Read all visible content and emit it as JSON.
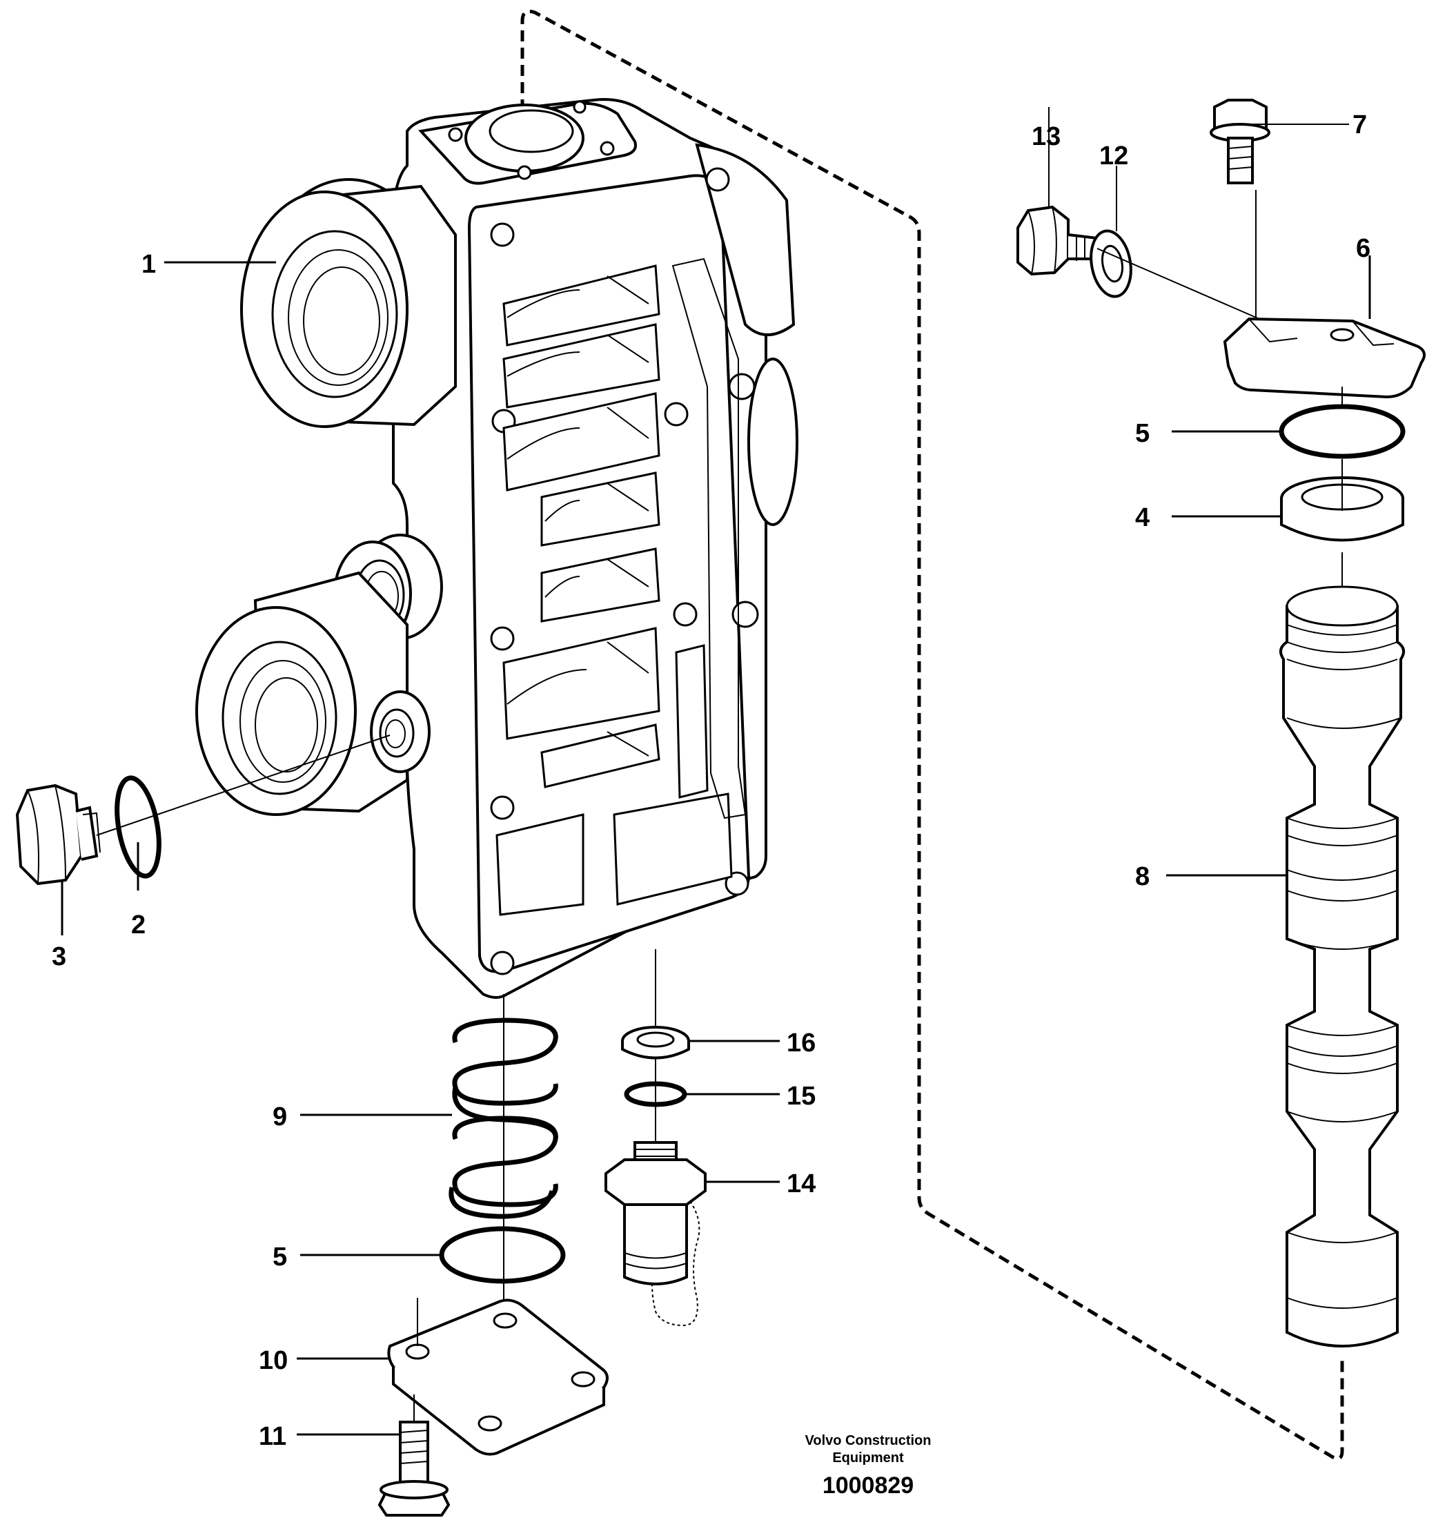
{
  "callouts": [
    "1",
    "2",
    "3",
    "4",
    "5",
    "6",
    "7",
    "8",
    "9",
    "10",
    "11",
    "12",
    "13",
    "14",
    "15",
    "16",
    "5"
  ],
  "caption": {
    "line1": "Volvo Construction",
    "line2": "Equipment",
    "drawing_number": "1000829"
  }
}
